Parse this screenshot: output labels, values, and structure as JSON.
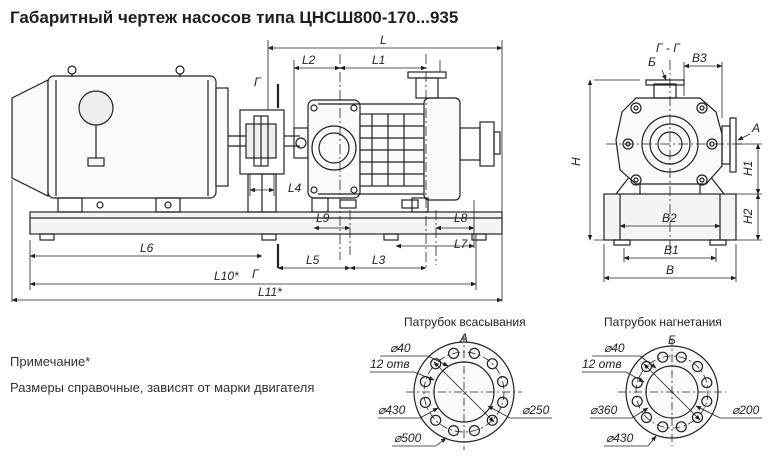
{
  "title": "Габаритный чертеж насосов типа ЦНСШ800-170...935",
  "note": {
    "title": "Примечание*",
    "text": "Размеры справочные, зависят от марки двигателя"
  },
  "dims": {
    "L": "L",
    "L1": "L1",
    "L2": "L2",
    "L3": "L3",
    "L4": "L4",
    "L5": "L5",
    "L6": "L6",
    "L7": "L7",
    "L8": "L8",
    "L9": "L9",
    "L10": "L10*",
    "L11": "L11*",
    "G_mark": "Г",
    "G_section": "Г - Г",
    "B": "B",
    "B1": "B1",
    "B2": "B2",
    "B3": "B3",
    "H": "H",
    "H1": "H1",
    "H2": "H2",
    "A_mark": "A",
    "B_mark": "Б"
  },
  "flange_suction": {
    "caption": "Патрубок всасывания",
    "letter": "A",
    "d_hole": "⌀40",
    "holes": "12 отв",
    "d_bolt": "⌀430",
    "d_outer": "⌀500",
    "d_bore": "⌀250"
  },
  "flange_discharge": {
    "caption": "Патрубок нагнетания",
    "letter": "Б",
    "d_hole": "⌀40",
    "holes": "12 отв",
    "d_bolt": "⌀360",
    "d_outer": "⌀430",
    "d_bore": "⌀200"
  },
  "colors": {
    "line": "#222222"
  }
}
